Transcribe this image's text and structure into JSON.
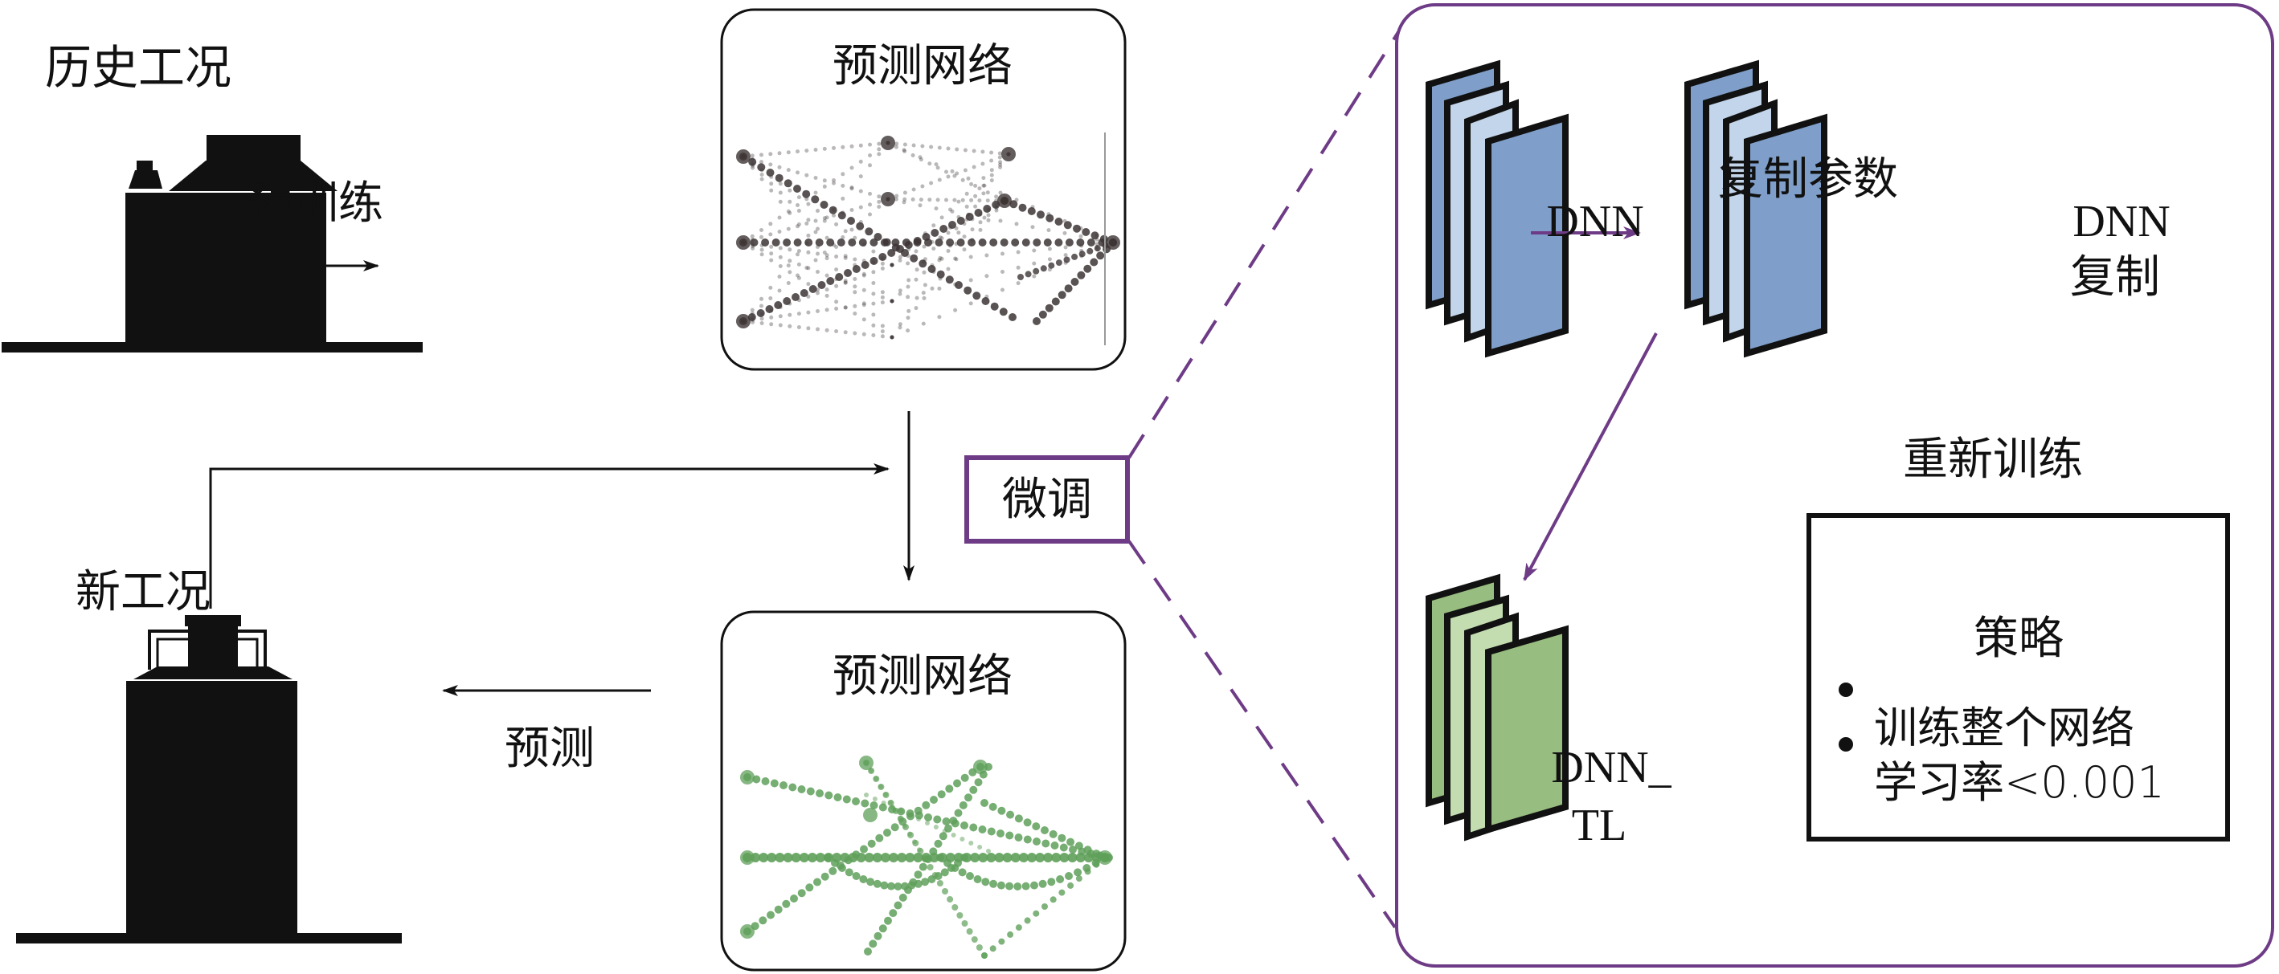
{
  "colors": {
    "purple": "#6e3b86",
    "dnn_blue_dark": "#7f9fca",
    "dnn_blue_light": "#c3d5ea",
    "dnn_green_dark": "#98bd80",
    "dnn_green_light": "#c3ddb1",
    "network_gray": "#3d3535",
    "network_green": "#5fa05a",
    "black": "#111111"
  },
  "left": {
    "historical_condition_label": "历史工况",
    "pretrain_label": "预训练",
    "new_condition_label": "新工况",
    "predict_label": "预测"
  },
  "network_boxes": {
    "top_title": "预测网络",
    "bottom_title": "预测网络"
  },
  "finetune": {
    "label": "微调"
  },
  "detail_panel": {
    "dnn_label": "DNN",
    "copy_params_label": "复制参数",
    "dnn_copy_label_line1": "DNN",
    "dnn_copy_label_line2": "复制",
    "retrain_label": "重新训练",
    "dnn_tl_label_line1": "DNN_",
    "dnn_tl_label_line2": "TL",
    "strategy": {
      "title": "策略",
      "items": [
        "训练整个网络",
        "学习率<0.001"
      ]
    }
  }
}
